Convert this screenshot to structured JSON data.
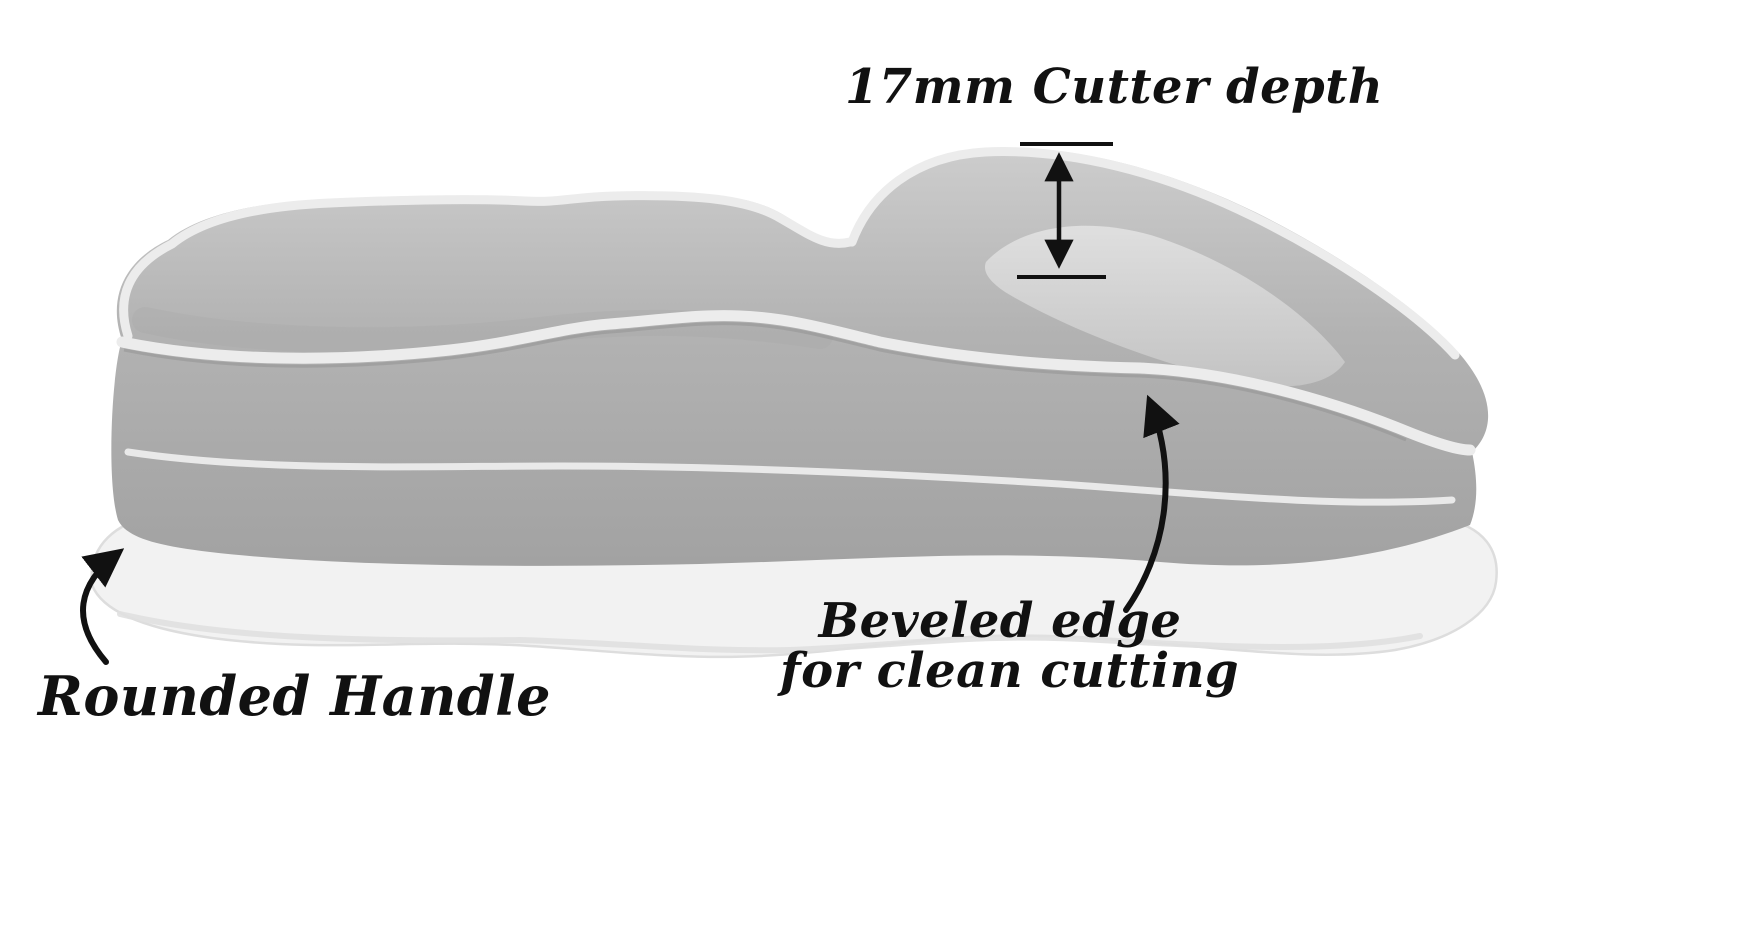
{
  "annotations": {
    "cutter_depth": {
      "label": "17mm Cutter depth"
    },
    "rounded_handle": {
      "label": "Rounded Handle"
    },
    "beveled_edge": {
      "line1": "Beveled edge",
      "line2": "for clean cutting"
    }
  },
  "colors": {
    "background": "#ffffff",
    "ink": "#111111",
    "wall": "#b4b4b4",
    "wall_shadow": "#9a9a9a",
    "wall_light": "#cfcfcf",
    "rim": "#ececec",
    "base": "#f2f2f2",
    "base_edge": "#dddddd"
  }
}
